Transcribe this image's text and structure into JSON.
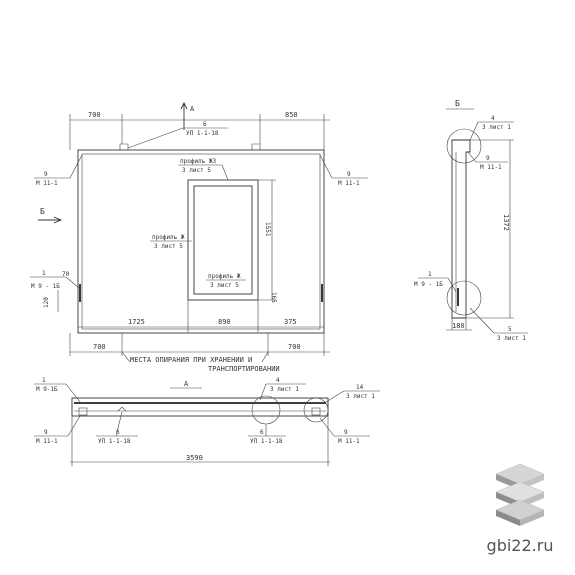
{
  "front": {
    "top_dims": [
      "700",
      "850"
    ],
    "left_dim": "1725",
    "mid_dim": "890",
    "right_dim": "375",
    "bottom_dims": [
      "700",
      "700"
    ],
    "section_a": "А",
    "section_b": "Б",
    "call_6": "6",
    "call_6_text": "УП 1-1-18",
    "call_9": "9",
    "call_9_text": "М 11-1",
    "call_9r": "9",
    "call_9r_text": "М 11-1",
    "call_1": "1",
    "call_1_text": "М 9 - 1Б",
    "dim_70": "70",
    "dim_120": "120",
    "dim_1551": "1551",
    "dim_165": "165",
    "prof_top_1": "профиль ЖЗ",
    "prof_top_2": "3 лист 5",
    "prof_left_1": "профиль Ж",
    "prof_left_2": "3 лист 5",
    "prof_bot_1": "профиль Ж",
    "prof_bot_2": "3 лист 5",
    "note_1": "МЕСТА ОПИРАНИЯ ПРИ ХРАНЕНИИ И",
    "note_2": "ТРАНСПОРТИРОВАНИИ"
  },
  "bottom": {
    "call_1": "1",
    "call_1_text": "М 9-1Б",
    "call_a": "А",
    "call_4": "4",
    "call_4_text": "3 лист 1",
    "call_14": "14",
    "call_14_text": "3 лист 1",
    "call_9": "9",
    "call_9_text": "М 11-1",
    "call_6": "6",
    "call_6_text": "УП 1-1-18",
    "call_6r": "6",
    "call_6r_text": "УП 1-1-18",
    "call_9r": "9",
    "call_9r_text": "М 11-1",
    "total": "3590"
  },
  "side": {
    "title": "Б",
    "call_4": "4",
    "call_4_text": "3 лист 1",
    "call_9": "9",
    "call_9_text": "М 11-1",
    "dim_1372": "1372",
    "call_1": "1",
    "call_1_text": "М 9 - 1Б",
    "dim_180": "180",
    "call_5": "5",
    "call_5_text": "3 лист 1"
  },
  "watermark": {
    "text": "gbi22.ru"
  }
}
